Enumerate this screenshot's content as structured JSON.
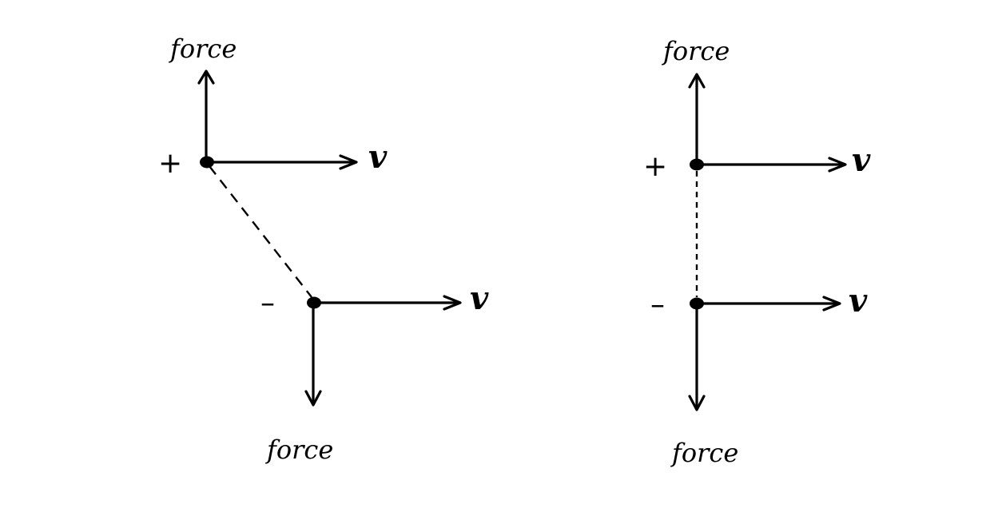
{
  "figures": [
    {
      "charge_top": {
        "sign": "+",
        "force_label": "force",
        "velocity_label": "v"
      },
      "charge_bottom": {
        "sign": "–",
        "force_label": "force",
        "velocity_label": "v"
      }
    },
    {
      "charge_top": {
        "sign": "+",
        "force_label": "force",
        "velocity_label": "v"
      },
      "charge_bottom": {
        "sign": "–",
        "force_label": "force",
        "velocity_label": "v"
      }
    }
  ]
}
